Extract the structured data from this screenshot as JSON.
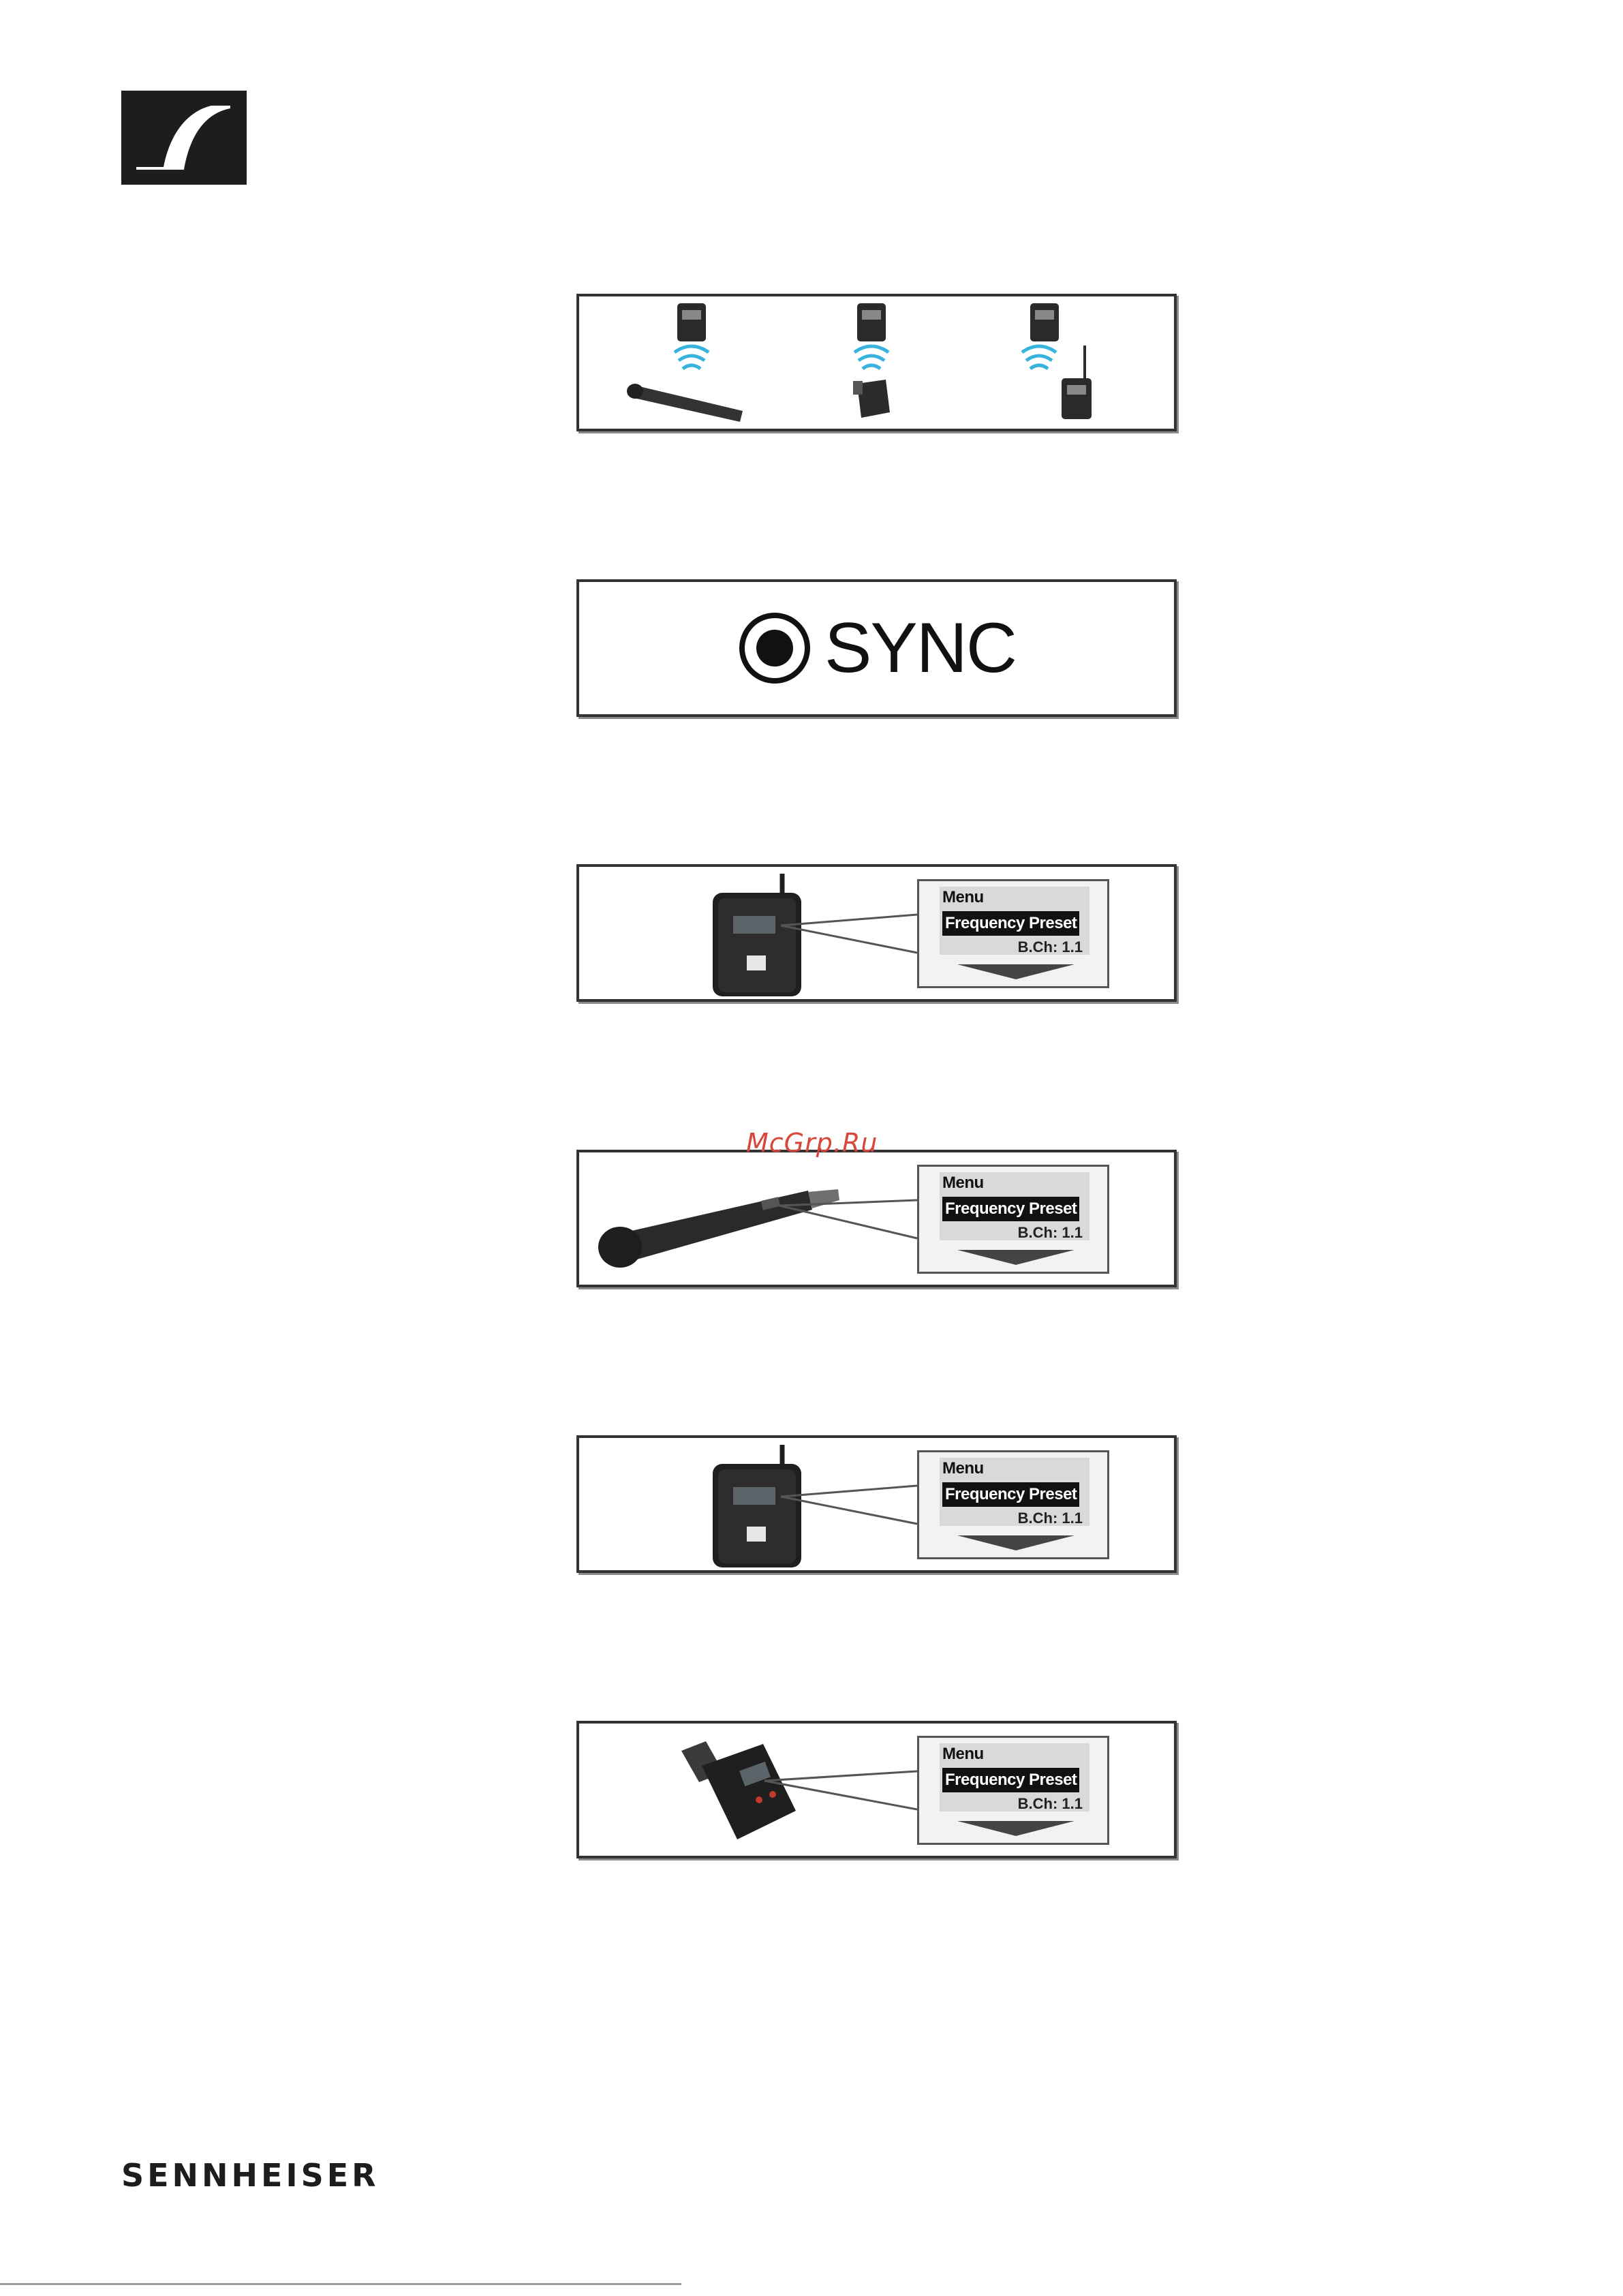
{
  "brand": {
    "name": "SENNHEISER"
  },
  "watermark": "McGrp.Ru",
  "sync": {
    "label": "SYNC"
  },
  "menu_screens": [
    {
      "device": "bodypack",
      "title": "Menu",
      "selected": "Frequency Preset",
      "value": "B.Ch: 1.1"
    },
    {
      "device": "handheld",
      "title": "Menu",
      "selected": "Frequency Preset",
      "value": "B.Ch: 1.1"
    },
    {
      "device": "bodypack",
      "title": "Menu",
      "selected": "Frequency Preset",
      "value": "B.Ch: 1.1"
    },
    {
      "device": "plug-on",
      "title": "Menu",
      "selected": "Frequency Preset",
      "value": "B.Ch: 1.1"
    }
  ],
  "icons": [
    "sennheiser-logo-icon",
    "record-dot-icon",
    "wireless-signal-icon"
  ]
}
